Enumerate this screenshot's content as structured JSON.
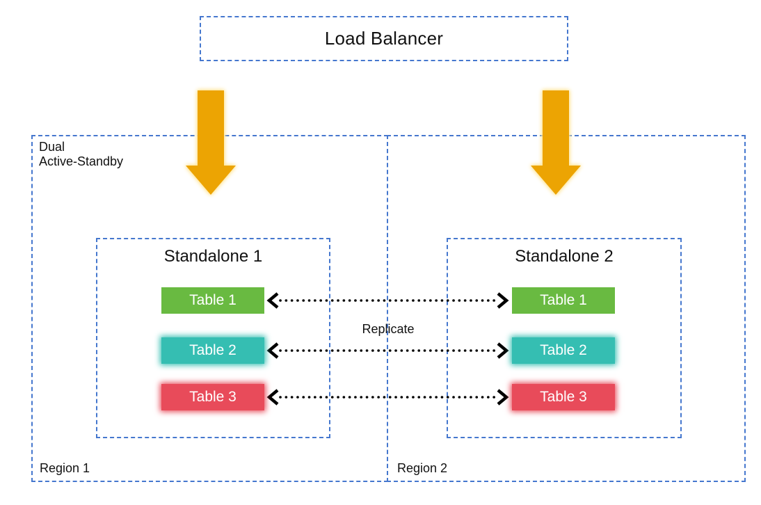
{
  "load_balancer": {
    "label": "Load Balancer"
  },
  "replicate_label": "Replicate",
  "regions": [
    {
      "name": "Region 1",
      "corner_label_line1": "Dual",
      "corner_label_line2": "Active-Standby",
      "standalone": {
        "title": "Standalone 1",
        "tables": [
          "Table 1",
          "Table 2",
          "Table 3"
        ]
      }
    },
    {
      "name": "Region 2",
      "standalone": {
        "title": "Standalone 2",
        "tables": [
          "Table 1",
          "Table 2",
          "Table 3"
        ]
      }
    }
  ],
  "colors": {
    "border_blue": "#4577CE",
    "table1": "#69BA41",
    "table2": "#35BEB2",
    "table3": "#E84B5A",
    "arrow": "#ECA403",
    "arrow_glow": "#FFE79E",
    "connector": "#000000",
    "table_text": "#FFFFFF"
  }
}
